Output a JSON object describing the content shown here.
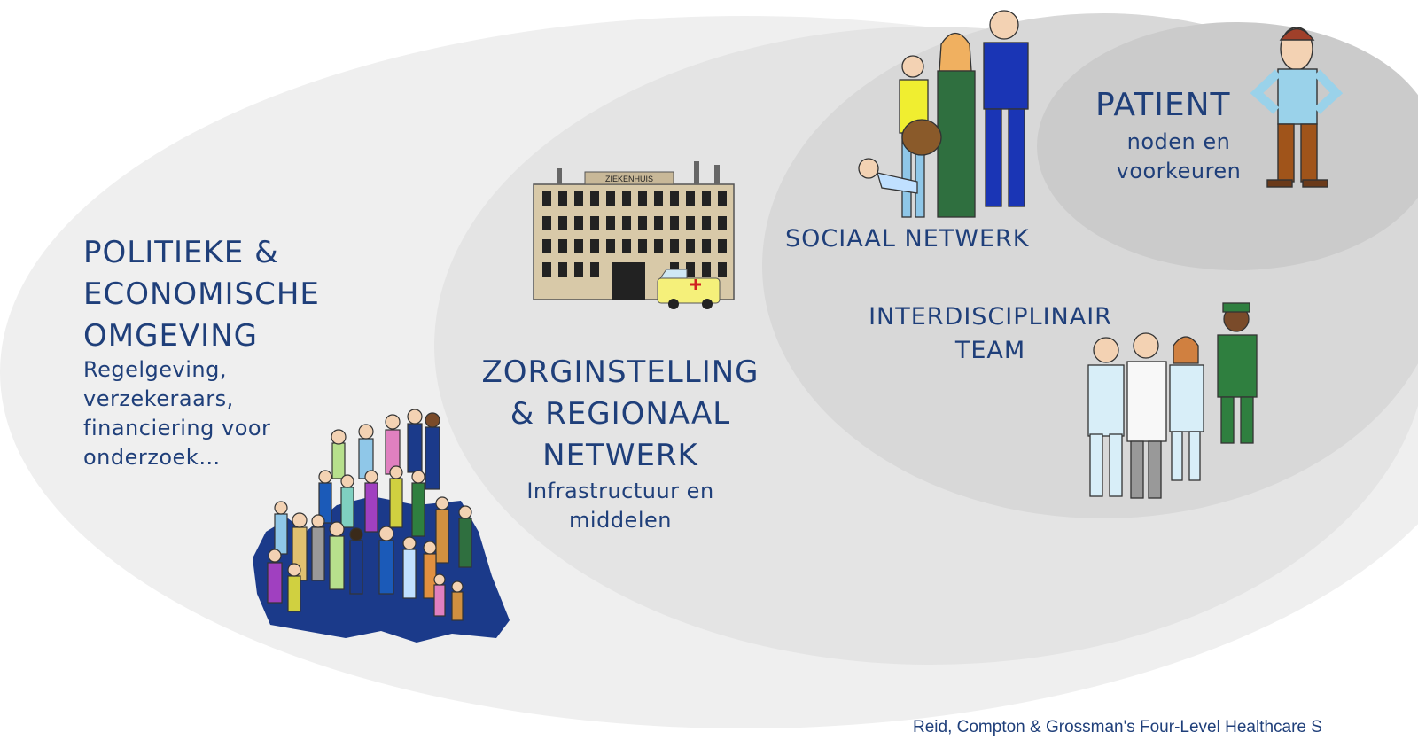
{
  "levels": {
    "environment": {
      "title_lines": [
        "POLITIEKE &",
        "ECONOMISCHE",
        "OMGEVING"
      ],
      "description_lines": [
        "Regelgeving,",
        "verzekeraars,",
        "financiering voor",
        "onderzoek…"
      ]
    },
    "organization": {
      "title_lines": [
        "ZORGINSTELLING",
        "& REGIONAAL",
        "NETWERK"
      ],
      "description_lines": [
        "Infrastructuur en",
        "middelen"
      ],
      "building_sign": "ZIEKENHUIS"
    },
    "social_network": {
      "title": "SOCIAAL NETWERK"
    },
    "care_team": {
      "title_lines": [
        "INTERDISCIPLINAIR",
        "TEAM"
      ]
    },
    "patient": {
      "title": "PATIENT",
      "description_lines": [
        "noden en",
        "voorkeuren"
      ]
    }
  },
  "citation": "Reid, Compton & Grossman's Four-Level Healthcare S",
  "colors": {
    "text": "#1f3f7a",
    "outer_ellipse": "#efefef",
    "middle_ellipse": "#e4e4e4",
    "inner_ellipse": "#d8d8d8",
    "patient_ellipse": "#cbcbcb"
  },
  "icons": [
    "europe-crowd-illustration",
    "hospital-building-illustration",
    "ambulance-illustration",
    "family-illustration",
    "care-team-illustration",
    "patient-illustration"
  ]
}
